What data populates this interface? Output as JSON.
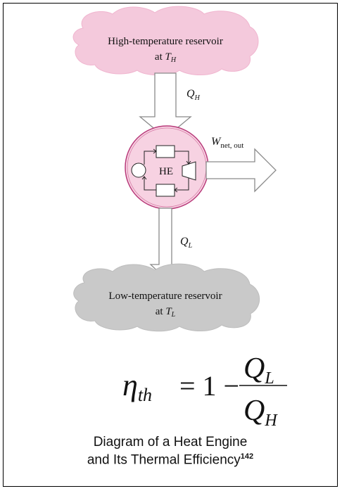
{
  "diagram": {
    "high_reservoir": {
      "line1": "High-temperature reservoir",
      "line2_prefix": "at ",
      "line2_var": "T",
      "line2_sub": "H"
    },
    "low_reservoir": {
      "line1": "Low-temperature reservoir",
      "line2_prefix": "at ",
      "line2_var": "T",
      "line2_sub": "L"
    },
    "engine_label": "HE",
    "q_h": {
      "var": "Q",
      "sub": "H"
    },
    "q_l": {
      "var": "Q",
      "sub": "L"
    },
    "w_net": {
      "var": "W",
      "sub": "net, out"
    },
    "colors": {
      "high_cloud": "#f4c9dc",
      "low_cloud": "#c9c9c9",
      "engine_fill": "#f7d2e2",
      "engine_ring": "#b83a7a",
      "arrow_stroke": "#888888"
    }
  },
  "equation": {
    "lhs_var": "η",
    "lhs_sub": "th",
    "equals_one_minus": "= 1 −",
    "numerator_var": "Q",
    "numerator_sub": "L",
    "denominator_var": "Q",
    "denominator_sub": "H"
  },
  "caption": {
    "line1": "Diagram of a Heat Engine",
    "line2": "and Its Thermal Efficiency",
    "footnote": "142"
  }
}
